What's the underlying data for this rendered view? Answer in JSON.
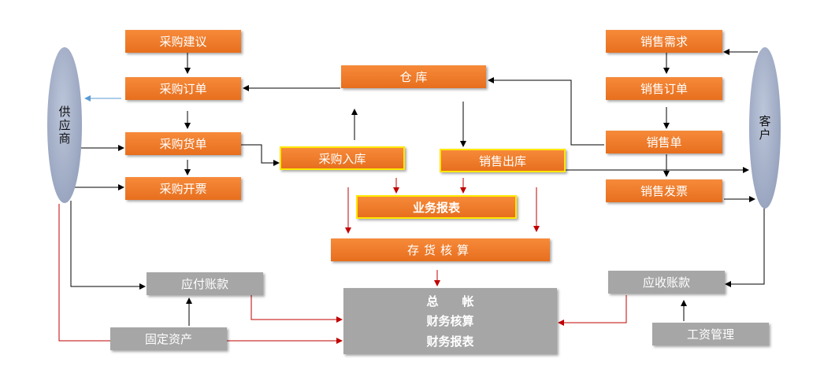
{
  "nodes": {
    "supplier": "供应商",
    "customer": "客户",
    "purchase_suggestion": "采购建议",
    "purchase_order": "采购订单",
    "purchase_receipt": "采购货单",
    "purchase_invoice": "采购开票",
    "warehouse": "仓 库",
    "purchase_inbound": "采购入库",
    "sales_outbound": "销售出库",
    "business_report": "业务报表",
    "inventory_accounting": "存货核算",
    "accounts_payable": "应付账款",
    "fixed_assets": "固定资产",
    "general_ledger": "总　　帐",
    "financial_accounting": "财务核算",
    "financial_report": "财务报表",
    "accounts_receivable": "应收账款",
    "payroll": "工资管理",
    "sales_demand": "销售需求",
    "sales_order": "销售订单",
    "sales_bill": "销售单",
    "sales_invoice": "销售发票"
  },
  "colors": {
    "orange": "#ee7b2a",
    "gray": "#a6a6a6",
    "ellipse": "#9ea9c2",
    "black_arrow": "#000000",
    "red_arrow": "#c00000",
    "blue_arrow": "#5b9bd5",
    "highlight_border": "#ffe800"
  }
}
